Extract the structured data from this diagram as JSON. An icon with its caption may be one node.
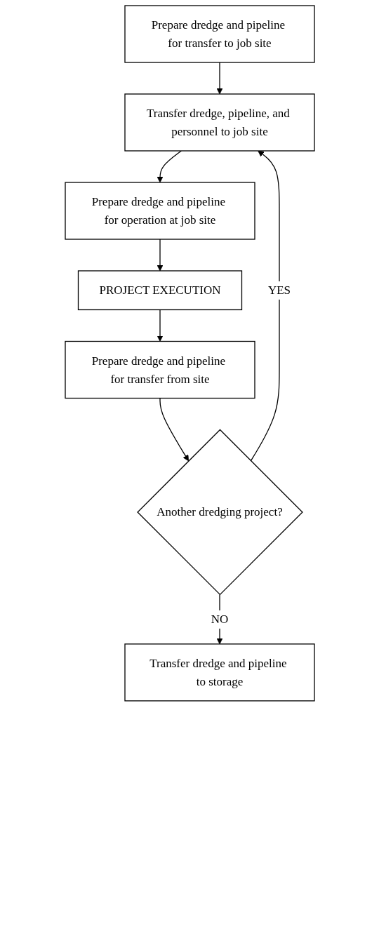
{
  "diagram": {
    "nodes": [
      {
        "text": [
          "Prepare dredge and pipeline for transfer to job site"
        ]
      },
      {
        "text": [
          "Transfer dredge, pipeline, and personnel to job site"
        ]
      },
      {
        "text": [
          "Prepare dredge and pipeline for operation at job site"
        ]
      },
      {
        "text": [
          "PROJECT EXECUTION"
        ]
      },
      {
        "text": [
          "Prepare dredge and pipeline for transfer from site"
        ]
      },
      {
        "text": [
          "Another dredging project?"
        ]
      },
      {
        "text": [
          "Transfer dredge and pipeline to storage"
        ]
      }
    ],
    "edges": [
      {
        "from": 0,
        "to": 1,
        "arrow": "to"
      },
      {
        "from": 1,
        "to": 2,
        "arrow": "to"
      },
      {
        "from": 2,
        "to": 3,
        "arrow": "to"
      },
      {
        "from": 3,
        "to": 4,
        "arrow": "to"
      },
      {
        "from": 4,
        "to": 5,
        "arrow": "to"
      },
      {
        "from": 5,
        "to": 1,
        "label": "YES",
        "arrow": "to"
      },
      {
        "from": 5,
        "to": 6,
        "label": "NO",
        "arrow": "to"
      }
    ]
  }
}
